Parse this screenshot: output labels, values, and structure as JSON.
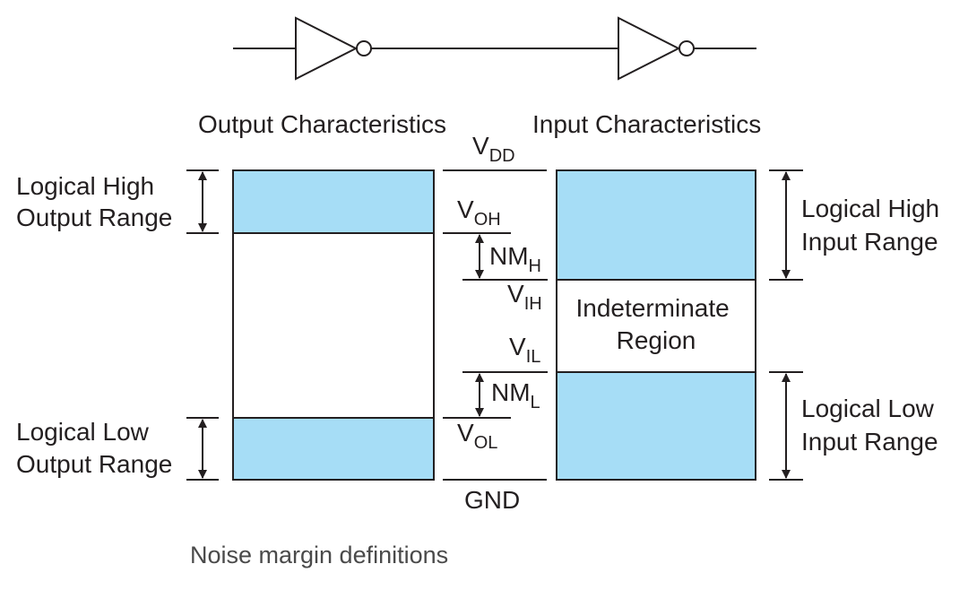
{
  "colors": {
    "fill": "#a6ddf6",
    "line": "#231f20",
    "background": "#ffffff",
    "caption": "#4a4a4a"
  },
  "headings": {
    "output": "Output Characteristics",
    "input": "Input Characteristics"
  },
  "levels": {
    "vdd": {
      "main": "V",
      "sub": "DD"
    },
    "voh": {
      "main": "V",
      "sub": "OH"
    },
    "vih": {
      "main": "V",
      "sub": "IH"
    },
    "vil": {
      "main": "V",
      "sub": "IL"
    },
    "vol": {
      "main": "V",
      "sub": "OL"
    },
    "gnd": "GND"
  },
  "margins": {
    "nmh": {
      "main": "NM",
      "sub": "H"
    },
    "nml": {
      "main": "NM",
      "sub": "L"
    }
  },
  "ranges": {
    "out_high": [
      "Logical High",
      "Output Range"
    ],
    "out_low": [
      "Logical Low",
      "Output Range"
    ],
    "in_high": [
      "Logical High",
      "Input Range"
    ],
    "in_low": [
      "Logical Low",
      "Input Range"
    ]
  },
  "indeterminate": [
    "Indeterminate",
    "Region"
  ],
  "caption": "Noise margin definitions"
}
